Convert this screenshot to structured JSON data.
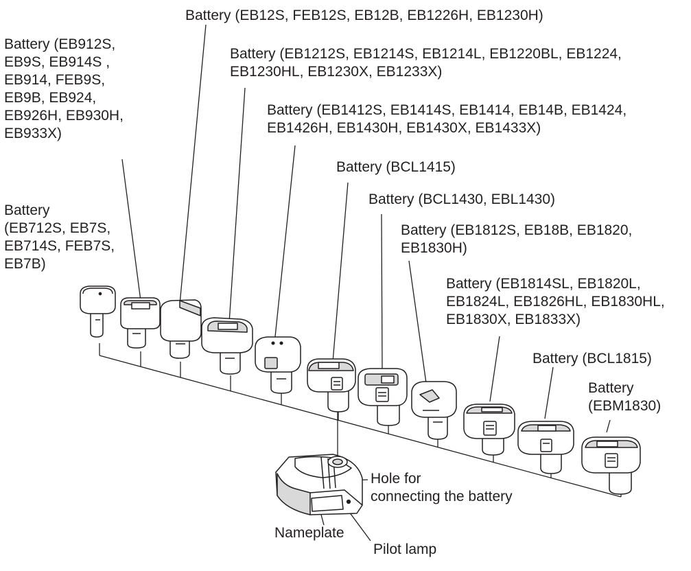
{
  "labels": {
    "eb12": [
      "Battery (EB12S, FEB12S, EB12B, EB1226H, EB1230H)"
    ],
    "eb9": [
      "Battery (EB912S,",
      "EB9S, EB914S ,",
      "EB914, FEB9S,",
      "EB9B, EB924,",
      "EB926H, EB930H,",
      "EB933X)"
    ],
    "eb12hl": [
      "Battery (EB1212S, EB1214S, EB1214L, EB1220BL, EB1224,",
      "EB1230HL, EB1230X, EB1233X)"
    ],
    "eb14": [
      "Battery (EB1412S, EB1414S, EB1414, EB14B, EB1424,",
      "EB1426H, EB1430H, EB1430X, EB1433X)"
    ],
    "bcl1415": [
      "Battery (BCL1415)"
    ],
    "bcl1430": [
      "Battery (BCL1430, EBL1430)"
    ],
    "eb7": [
      "Battery",
      "(EB712S, EB7S,",
      "EB714S, FEB7S,",
      "EB7B)"
    ],
    "eb18": [
      "Battery (EB1812S, EB18B, EB1820,",
      "EB1830H)"
    ],
    "eb18sl": [
      "Battery (EB1814SL, EB1820L,",
      "EB1824L, EB1826HL, EB1830HL,",
      "EB1830X, EB1833X)"
    ],
    "bcl1815": [
      "Battery (BCL1815)"
    ],
    "ebm1830": [
      "Battery",
      "(EBM1830)"
    ],
    "hole": [
      "Hole for",
      "connecting the battery"
    ],
    "nameplate": [
      "Nameplate"
    ],
    "pilot": [
      "Pilot lamp"
    ]
  },
  "colors": {
    "ink": "#231f20",
    "fill": "#ffffff",
    "shade": "#d9d9d9"
  }
}
